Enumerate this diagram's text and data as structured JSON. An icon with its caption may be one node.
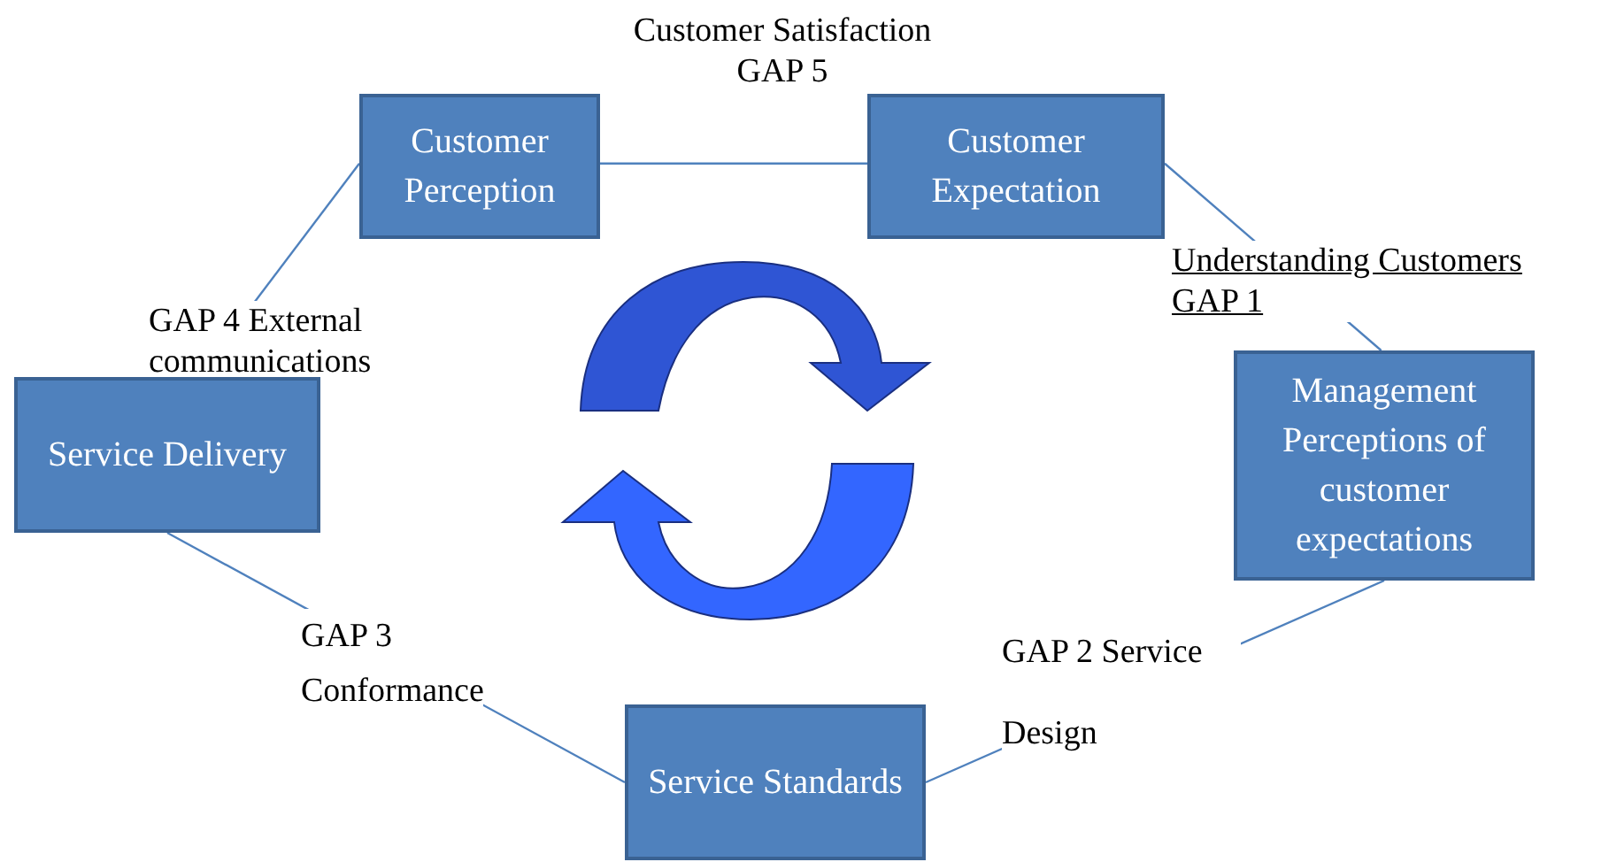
{
  "diagram": {
    "nodes": [
      {
        "text": [
          "Customer Perception"
        ]
      },
      {
        "text": [
          "Customer Expectation"
        ]
      },
      {
        "text": [
          "Management Perceptions of customer expectations"
        ]
      },
      {
        "text": [
          "Service Standards"
        ]
      },
      {
        "text": [
          "Service Delivery"
        ]
      }
    ],
    "edges": [
      {
        "from": 0,
        "to": 1,
        "arrow": "none",
        "label": "Customer Satisfaction GAP 5"
      },
      {
        "from": 1,
        "to": 2,
        "arrow": "none",
        "label": "Understanding Customers GAP 1"
      },
      {
        "from": 2,
        "to": 3,
        "arrow": "none",
        "label": "GAP 2 Service Design"
      },
      {
        "from": 3,
        "to": 4,
        "arrow": "none",
        "label": "GAP 3 Conformance"
      },
      {
        "from": 4,
        "to": 0,
        "arrow": "none",
        "label": "GAP 4 External communications"
      }
    ]
  }
}
